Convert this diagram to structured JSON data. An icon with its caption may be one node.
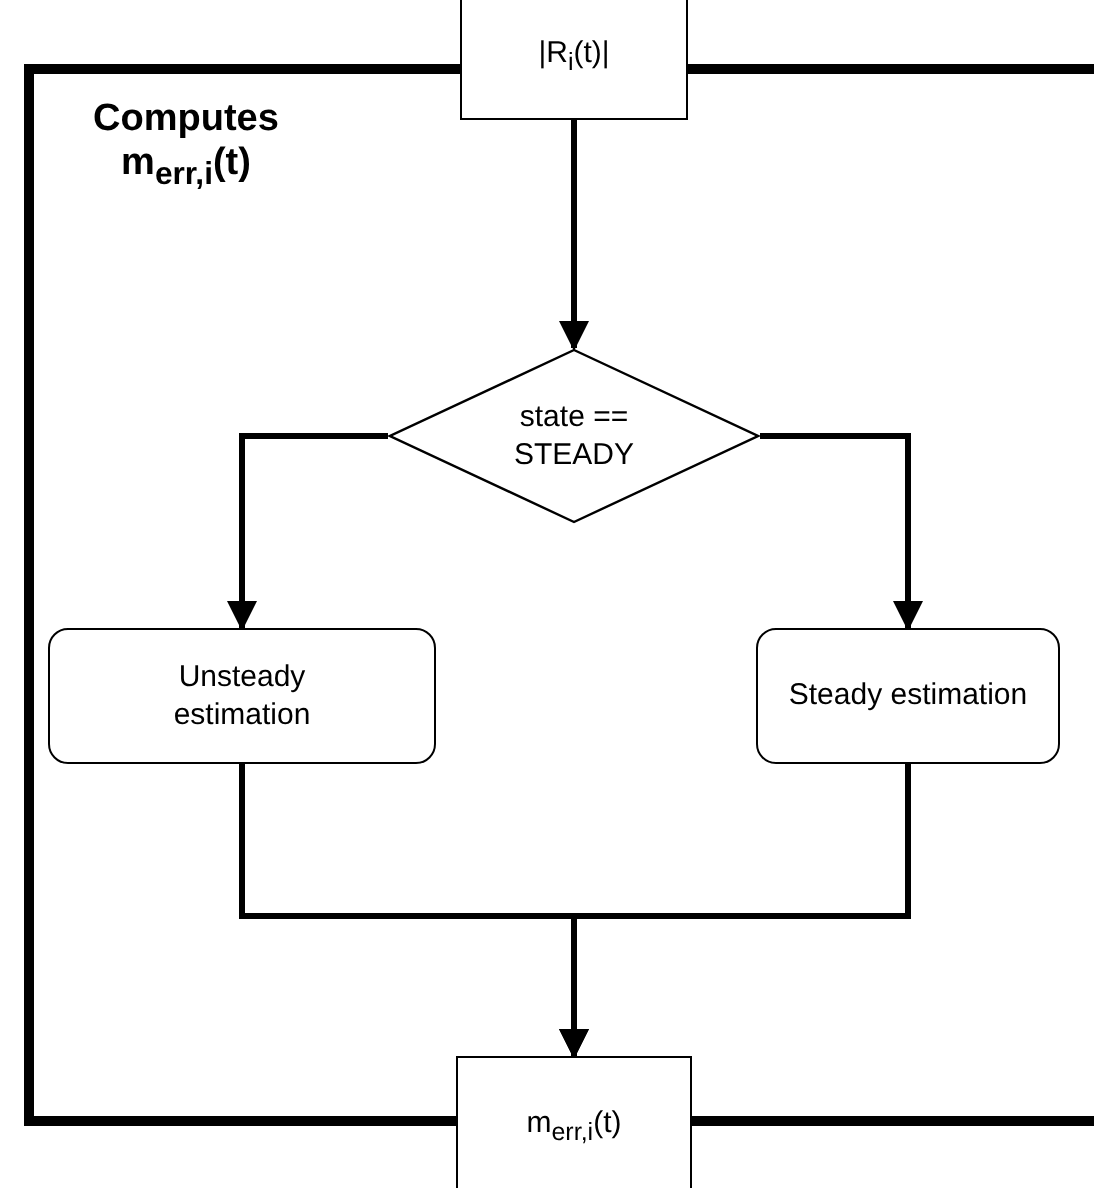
{
  "diagram": {
    "nodes": [
      {
        "text": [
          "Computes m$_{err,i}$(t)"
        ]
      },
      {
        "text": [
          "|R$_{i}$(t)|"
        ]
      },
      {
        "text": [
          "state == STEADY"
        ],
        "in": 0
      },
      {
        "text": [
          "Unsteady estimation"
        ],
        "in": 0
      },
      {
        "text": [
          "Steady estimation"
        ],
        "in": 0
      },
      {
        "text": [
          "m$_{err,i}$(t)"
        ]
      }
    ],
    "edges": [
      {
        "from": 1,
        "to": 2,
        "arrow": "to"
      },
      {
        "from": 2,
        "to": 3,
        "arrow": "to"
      },
      {
        "from": 2,
        "to": 4,
        "arrow": "to"
      },
      {
        "from": 3,
        "to": 5,
        "arrow": "to"
      },
      {
        "from": 4,
        "to": 5,
        "arrow": "to"
      }
    ]
  }
}
